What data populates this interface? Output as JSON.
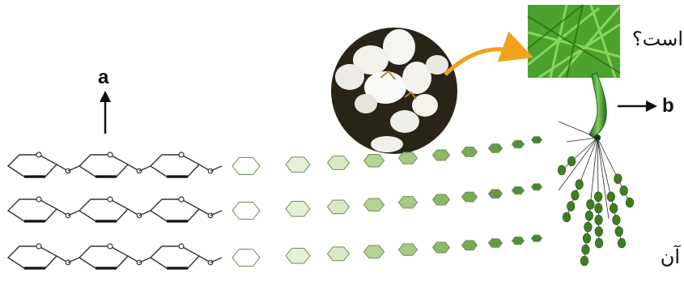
{
  "labels": {
    "a": "a",
    "b": "b",
    "question_text": "است؟",
    "bottom_text": "آن"
  },
  "colors": {
    "background": "#ffffff",
    "ring_stroke": "#333333",
    "light_green": "#dbe8c6",
    "mid_green": "#8db866",
    "dark_green": "#3f7d22",
    "fiber_green": "#2e7d32",
    "arrow_orange": "#f0a21a",
    "cotton_bg": "#2a2418",
    "grass": "#4da22e",
    "arrow_black": "#111111"
  }
}
